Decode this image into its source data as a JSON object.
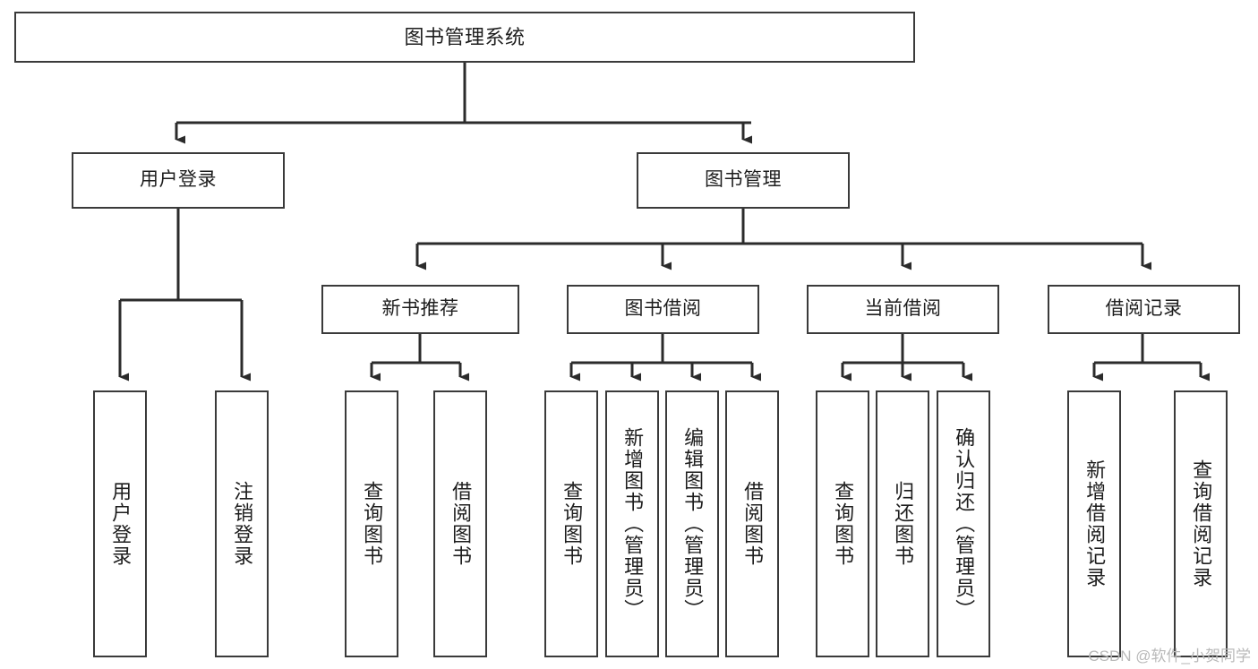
{
  "diagram": {
    "type": "tree-hierarchy",
    "title": "图书管理系统",
    "orientation": "top-down",
    "colors": {
      "box_border": "#3a3a3a",
      "box_fill": "#ffffff",
      "edge": "#2b2b2b",
      "text": "#1d1d1d",
      "watermark": "#b9b9b9"
    },
    "nodes": {
      "root": {
        "label": "图书管理系统"
      },
      "level2": [
        {
          "id": "user-login",
          "label": "用户登录"
        },
        {
          "id": "book-manage",
          "label": "图书管理"
        }
      ],
      "level3": [
        {
          "id": "new-book-recommend",
          "label": "新书推荐"
        },
        {
          "id": "book-borrow",
          "label": "图书借阅"
        },
        {
          "id": "current-borrow",
          "label": "当前借阅"
        },
        {
          "id": "borrow-record",
          "label": "借阅记录"
        }
      ],
      "leaves": {
        "user_login": [
          {
            "id": "leaf-user-login",
            "label": "用户登录"
          },
          {
            "id": "leaf-logout",
            "label": "注销登录"
          }
        ],
        "new_book_recommend": [
          {
            "id": "leaf-query-book-1",
            "label": "查询图书"
          },
          {
            "id": "leaf-borrow-book-1",
            "label": "借阅图书"
          }
        ],
        "book_borrow": [
          {
            "id": "leaf-query-book-2",
            "label": "查询图书"
          },
          {
            "id": "leaf-add-book",
            "label": "新增图书（管理员）"
          },
          {
            "id": "leaf-edit-book",
            "label": "编辑图书（管理员）"
          },
          {
            "id": "leaf-borrow-book-2",
            "label": "借阅图书"
          }
        ],
        "current_borrow": [
          {
            "id": "leaf-query-book-3",
            "label": "查询图书"
          },
          {
            "id": "leaf-return-book",
            "label": "归还图书"
          },
          {
            "id": "leaf-confirm-return",
            "label": "确认归还（管理员）"
          }
        ],
        "borrow_record": [
          {
            "id": "leaf-add-record",
            "label": "新增借阅记录"
          },
          {
            "id": "leaf-query-record",
            "label": "查询借阅记录"
          }
        ]
      }
    }
  },
  "watermark": {
    "text": "CSDN @软件_小贺同学"
  }
}
